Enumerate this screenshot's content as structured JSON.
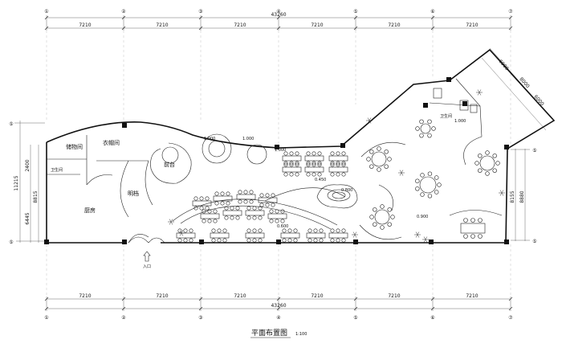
{
  "drawing": {
    "title": "平面布置图",
    "scale": "1:100",
    "grid_numbers": [
      "①",
      "②",
      "③",
      "④",
      "⑤",
      "⑥",
      "⑦"
    ],
    "side_markers": [
      "⑤",
      "⑤"
    ],
    "span_label": "7210",
    "total_width": "43260",
    "left_dims": [
      "11215",
      "2400",
      "8815",
      "6445"
    ],
    "right_dims": [
      "8155",
      "8880"
    ],
    "diag_dims": [
      "6000",
      "8000",
      "6000"
    ],
    "levels": [
      "1.000",
      "1.000",
      "1.000",
      "0.450",
      "0.800",
      "0.600",
      "0.900",
      "1.000"
    ]
  },
  "rooms": {
    "storage": "储物间",
    "cloakroom": "衣帽间",
    "restroom_left": "卫生间",
    "kitchen": "厨房",
    "open_kitchen": "明档",
    "bar": "前台",
    "restroom_right": "卫生间",
    "entrance": "入口"
  }
}
